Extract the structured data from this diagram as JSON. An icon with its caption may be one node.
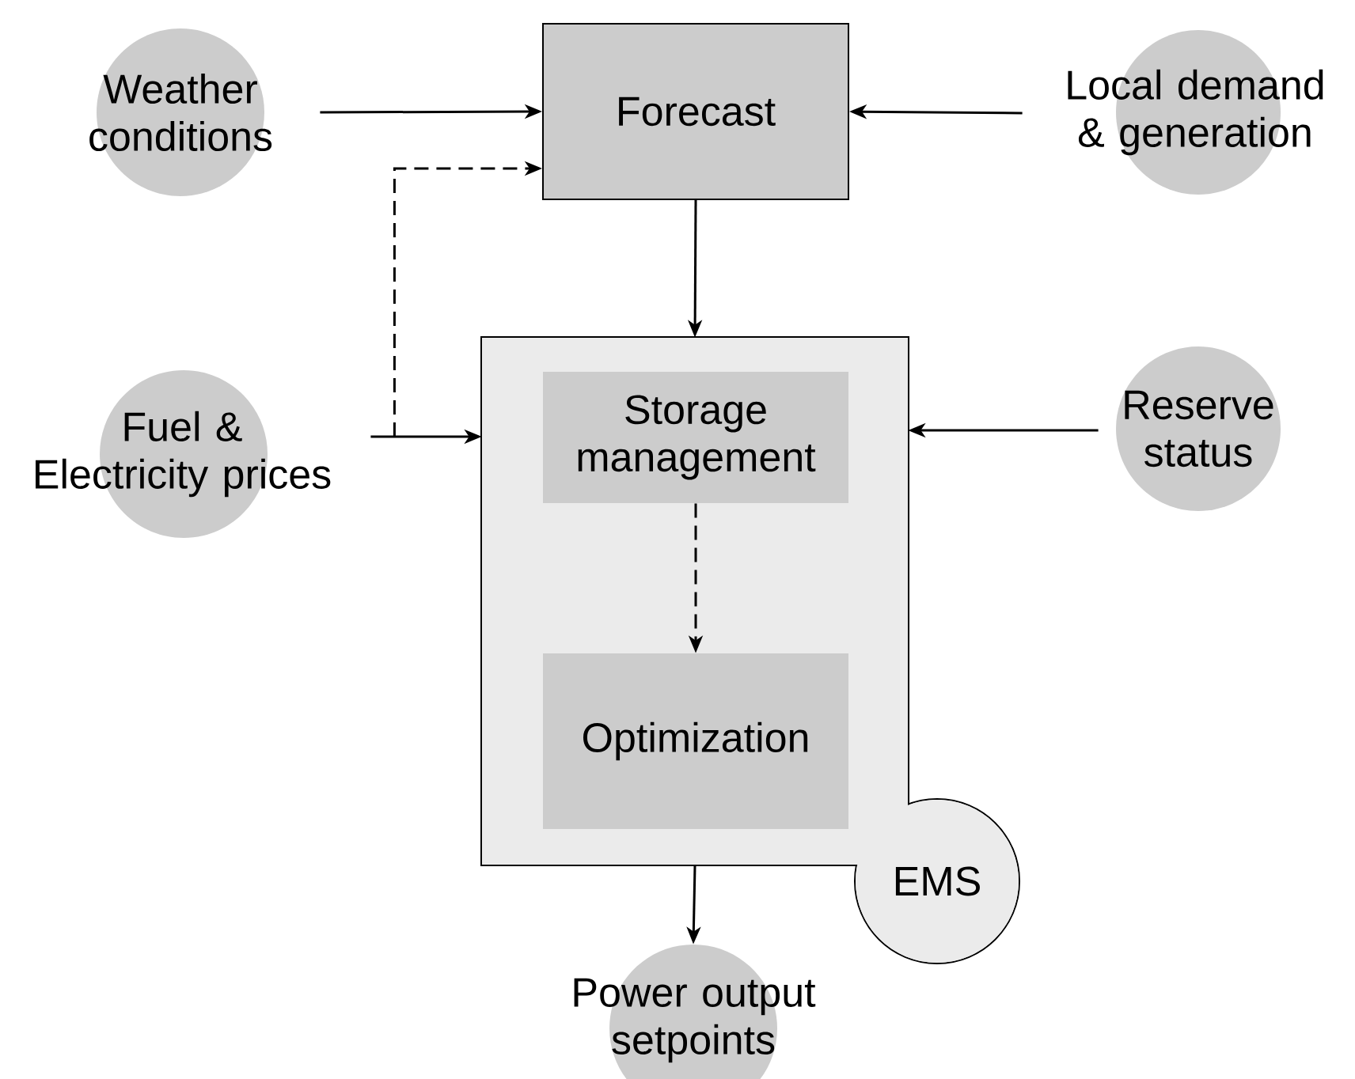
{
  "diagram": {
    "nodes": [
      {
        "text": [
          "Weather conditions"
        ]
      },
      {
        "text": [
          "Forecast"
        ]
      },
      {
        "text": [
          "Local demand & generation"
        ]
      },
      {
        "text": [
          "Fuel & Electricity prices"
        ]
      },
      {
        "text": [
          "EMS"
        ]
      },
      {
        "text": [
          "Storage management"
        ],
        "in": 4
      },
      {
        "text": [
          "Optimization"
        ],
        "in": 4
      },
      {
        "text": [
          "Reserve status"
        ]
      },
      {
        "text": [
          "Power output setpoints"
        ]
      }
    ],
    "edges": [
      {
        "from": 0,
        "to": 1,
        "arrow": "to"
      },
      {
        "from": 2,
        "to": 1,
        "arrow": "to"
      },
      {
        "from": 3,
        "to": 1,
        "arrow": "to",
        "style": "dashed"
      },
      {
        "from": 3,
        "to": 4,
        "arrow": "to"
      },
      {
        "from": 1,
        "to": 4,
        "arrow": "to"
      },
      {
        "from": 5,
        "to": 6,
        "arrow": "to",
        "style": "dashed"
      },
      {
        "from": 7,
        "to": 4,
        "arrow": "to"
      },
      {
        "from": 4,
        "to": 8,
        "arrow": "to"
      }
    ]
  }
}
